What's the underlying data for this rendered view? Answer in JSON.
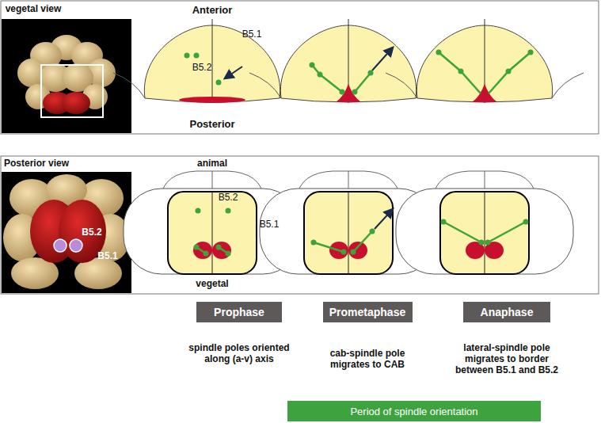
{
  "diagram": {
    "nodes": [
      {
        "text": [
          "Prophase"
        ]
      },
      {
        "text": [
          "Prometaphase"
        ]
      },
      {
        "text": [
          "Anaphase"
        ]
      },
      {
        "text": [
          "Period of spindle orientation"
        ]
      }
    ],
    "labels": [
      "vegetal view",
      "Anterior",
      "B5.1",
      "B5.2",
      "Posterior",
      "Posterior view",
      "B5.2",
      "B5.1",
      "animal",
      "B5.2",
      "B5.1",
      "vegetal",
      "spindle poles oriented along (a-v) axis",
      "cab-spindle pole migrates to CAB",
      "lateral-spindle pole migrates to border between B5.1 and B5.2"
    ]
  }
}
